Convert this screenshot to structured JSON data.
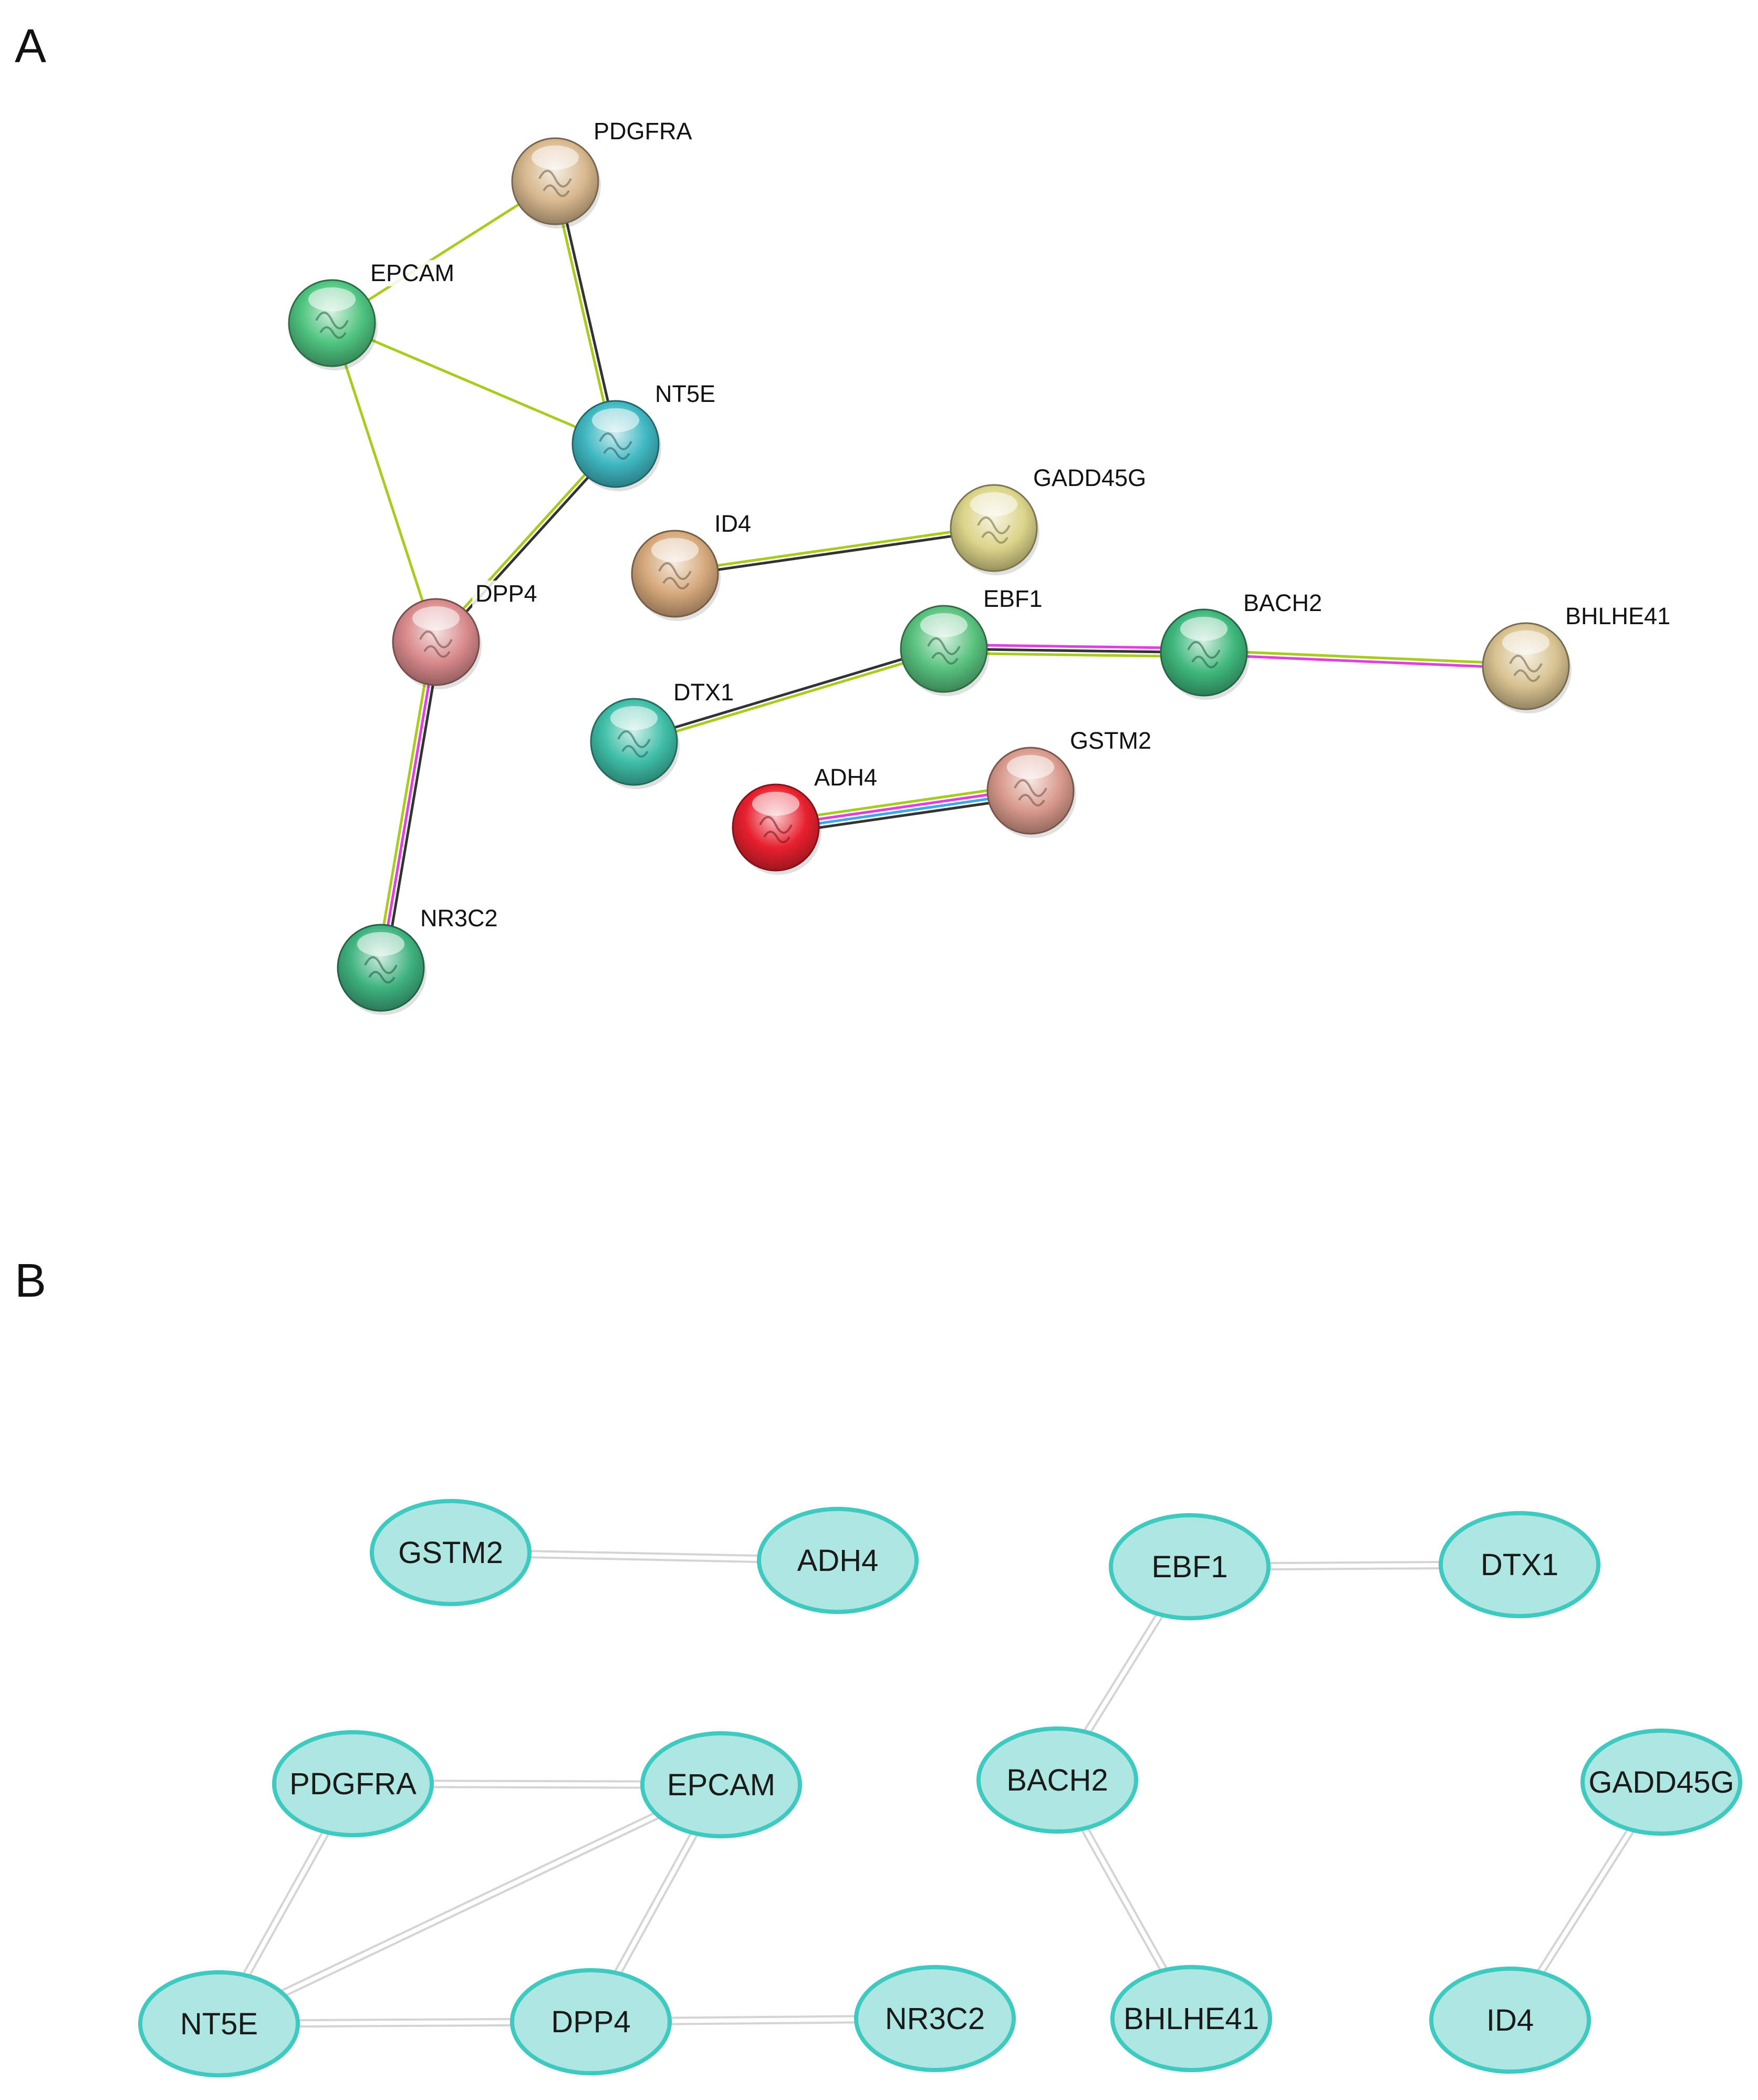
{
  "panels": {
    "A": {
      "letter": "A",
      "nodes": [
        {
          "id": "PDGFRA",
          "label": "PDGFRA",
          "color": "#d8b88e"
        },
        {
          "id": "EPCAM",
          "label": "EPCAM",
          "color": "#4fc47f"
        },
        {
          "id": "NT5E",
          "label": "NT5E",
          "color": "#3fb8c2"
        },
        {
          "id": "DPP4",
          "label": "DPP4",
          "color": "#d98a8c"
        },
        {
          "id": "NR3C2",
          "label": "NR3C2",
          "color": "#3fb37f"
        },
        {
          "id": "ID4",
          "label": "ID4",
          "color": "#d6a97c"
        },
        {
          "id": "GADD45G",
          "label": "GADD45G",
          "color": "#dcd48a"
        },
        {
          "id": "EBF1",
          "label": "EBF1",
          "color": "#58c27e"
        },
        {
          "id": "BACH2",
          "label": "BACH2",
          "color": "#3fb87c"
        },
        {
          "id": "BHLHE41",
          "label": "BHLHE41",
          "color": "#d8c290"
        },
        {
          "id": "DTX1",
          "label": "DTX1",
          "color": "#3fbfa8"
        },
        {
          "id": "ADH4",
          "label": "ADH4",
          "color": "#e8202e"
        },
        {
          "id": "GSTM2",
          "label": "GSTM2",
          "color": "#d99a8c"
        }
      ],
      "edges": [
        {
          "source": "EPCAM",
          "target": "PDGFRA",
          "evidence": [
            "#a8cc1e"
          ]
        },
        {
          "source": "PDGFRA",
          "target": "NT5E",
          "evidence": [
            "#333333",
            "#a8cc1e"
          ]
        },
        {
          "source": "EPCAM",
          "target": "NT5E",
          "evidence": [
            "#a8cc1e"
          ]
        },
        {
          "source": "EPCAM",
          "target": "DPP4",
          "evidence": [
            "#a8cc1e"
          ]
        },
        {
          "source": "NT5E",
          "target": "DPP4",
          "evidence": [
            "#333333",
            "#a8cc1e"
          ]
        },
        {
          "source": "DPP4",
          "target": "NR3C2",
          "evidence": [
            "#333333",
            "#e040e0",
            "#a8cc1e"
          ]
        },
        {
          "source": "ID4",
          "target": "GADD45G",
          "evidence": [
            "#a8cc1e",
            "#333333"
          ]
        },
        {
          "source": "DTX1",
          "target": "EBF1",
          "evidence": [
            "#333333",
            "#a8cc1e"
          ]
        },
        {
          "source": "EBF1",
          "target": "BACH2",
          "evidence": [
            "#e040e0",
            "#333333",
            "#a8cc1e"
          ]
        },
        {
          "source": "BACH2",
          "target": "BHLHE41",
          "evidence": [
            "#a8cc1e",
            "#e040e0"
          ]
        },
        {
          "source": "ADH4",
          "target": "GSTM2",
          "evidence": [
            "#a8cc1e",
            "#e040e0",
            "#3fa8e8",
            "#333333"
          ]
        }
      ]
    },
    "B": {
      "letter": "B",
      "node_style": {
        "fill": "#aee6e2",
        "stroke": "#3ec9c1",
        "edge": "#d4d4d4"
      },
      "nodes": [
        {
          "id": "GSTM2",
          "label": "GSTM2"
        },
        {
          "id": "ADH4",
          "label": "ADH4"
        },
        {
          "id": "EBF1",
          "label": "EBF1"
        },
        {
          "id": "DTX1",
          "label": "DTX1"
        },
        {
          "id": "PDGFRA",
          "label": "PDGFRA"
        },
        {
          "id": "EPCAM",
          "label": "EPCAM"
        },
        {
          "id": "BACH2",
          "label": "BACH2"
        },
        {
          "id": "GADD45G",
          "label": "GADD45G"
        },
        {
          "id": "NT5E",
          "label": "NT5E"
        },
        {
          "id": "DPP4",
          "label": "DPP4"
        },
        {
          "id": "NR3C2",
          "label": "NR3C2"
        },
        {
          "id": "BHLHE41",
          "label": "BHLHE41"
        },
        {
          "id": "ID4",
          "label": "ID4"
        }
      ],
      "edges": [
        {
          "source": "GSTM2",
          "target": "ADH4"
        },
        {
          "source": "EBF1",
          "target": "DTX1"
        },
        {
          "source": "EBF1",
          "target": "BACH2"
        },
        {
          "source": "BACH2",
          "target": "BHLHE41"
        },
        {
          "source": "GADD45G",
          "target": "ID4"
        },
        {
          "source": "PDGFRA",
          "target": "EPCAM"
        },
        {
          "source": "PDGFRA",
          "target": "NT5E"
        },
        {
          "source": "EPCAM",
          "target": "NT5E"
        },
        {
          "source": "EPCAM",
          "target": "DPP4"
        },
        {
          "source": "NT5E",
          "target": "DPP4"
        },
        {
          "source": "DPP4",
          "target": "NR3C2"
        }
      ]
    }
  }
}
